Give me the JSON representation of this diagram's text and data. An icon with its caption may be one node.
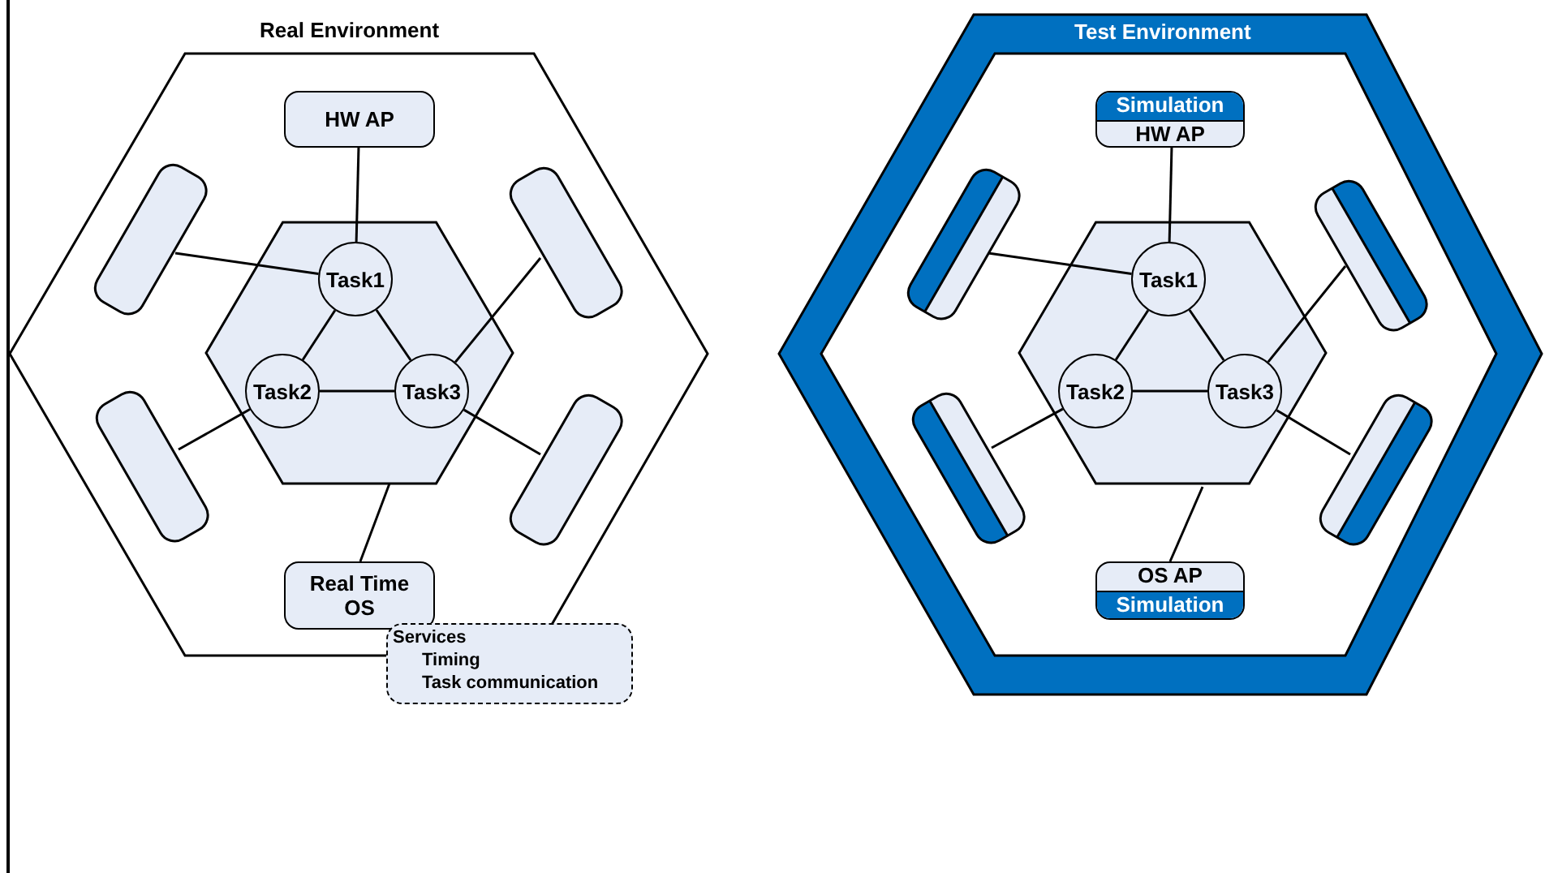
{
  "diagram": {
    "nodes": [
      {
        "text": [
          "Real Environment"
        ]
      },
      {
        "text": [],
        "shape": "hexagon",
        "in": 0
      },
      {
        "text": [
          "HW AP"
        ],
        "in": 0
      },
      {
        "text": [
          "Task1"
        ],
        "in": 1
      },
      {
        "text": [
          "Task2"
        ],
        "in": 1
      },
      {
        "text": [
          "Task3"
        ],
        "in": 1
      },
      {
        "text": [],
        "shape": "box",
        "in": 0
      },
      {
        "text": [],
        "shape": "box",
        "in": 0
      },
      {
        "text": [],
        "shape": "box",
        "in": 0
      },
      {
        "text": [],
        "shape": "box",
        "in": 0
      },
      {
        "text": [
          "Real Time OS"
        ],
        "in": 0
      },
      {
        "text": [
          "Services",
          "Timing",
          "Task communication"
        ]
      },
      {
        "text": [
          "Test Environment"
        ]
      },
      {
        "text": [],
        "shape": "hexagon",
        "in": 12
      },
      {
        "text": [
          "Simulation",
          "HW AP"
        ],
        "in": 12
      },
      {
        "text": [
          "Task1"
        ],
        "in": 13
      },
      {
        "text": [
          "Task2"
        ],
        "in": 13
      },
      {
        "text": [
          "Task3"
        ],
        "in": 13
      },
      {
        "text": [],
        "shape": "box",
        "in": 12
      },
      {
        "text": [],
        "shape": "box",
        "in": 12
      },
      {
        "text": [],
        "shape": "box",
        "in": 12
      },
      {
        "text": [],
        "shape": "box",
        "in": 12
      },
      {
        "text": [
          "OS AP",
          "Simulation"
        ],
        "in": 12
      }
    ],
    "edges": [
      {
        "from": 2,
        "to": 3,
        "arrow": "none"
      },
      {
        "from": 3,
        "to": 6,
        "arrow": "none"
      },
      {
        "from": 3,
        "to": 4,
        "arrow": "none"
      },
      {
        "from": 3,
        "to": 5,
        "arrow": "none"
      },
      {
        "from": 4,
        "to": 5,
        "arrow": "none"
      },
      {
        "from": 5,
        "to": 7,
        "arrow": "none"
      },
      {
        "from": 4,
        "to": 8,
        "arrow": "none"
      },
      {
        "from": 5,
        "to": 9,
        "arrow": "none"
      },
      {
        "from": 1,
        "to": 10,
        "arrow": "none"
      },
      {
        "from": 14,
        "to": 15,
        "arrow": "none"
      },
      {
        "from": 15,
        "to": 18,
        "arrow": "none"
      },
      {
        "from": 15,
        "to": 16,
        "arrow": "none"
      },
      {
        "from": 15,
        "to": 17,
        "arrow": "none"
      },
      {
        "from": 16,
        "to": 17,
        "arrow": "none"
      },
      {
        "from": 17,
        "to": 19,
        "arrow": "none"
      },
      {
        "from": 16,
        "to": 20,
        "arrow": "none"
      },
      {
        "from": 17,
        "to": 21,
        "arrow": "none"
      },
      {
        "from": 13,
        "to": 22,
        "arrow": "none"
      }
    ]
  }
}
